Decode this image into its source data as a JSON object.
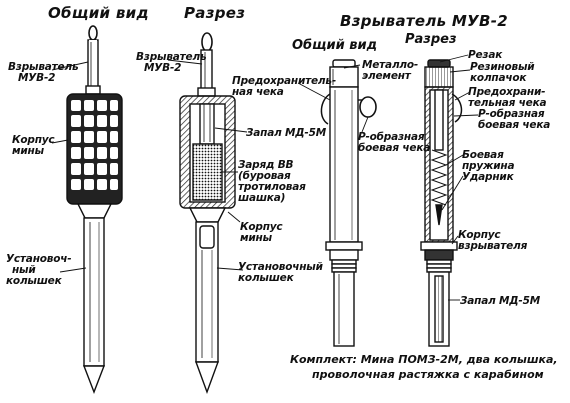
{
  "headers": {
    "left_general": "Общий вид",
    "left_section": "Разрез",
    "fuse_title": "Взрыватель МУВ-2",
    "fuse_general": "Общий вид",
    "fuse_section": "Разрез"
  },
  "labels": {
    "fuse_muv2_a_line1": "Взрыватель",
    "fuse_muv2_a_line2": "МУВ-2",
    "body_line1": "Корпус",
    "body_line2": "мины",
    "stake_a_line1": "Установоч-",
    "stake_a_line2": "ный",
    "stake_a_line3": "колышек",
    "fuse_muv2_b_line1": "Взрыватель",
    "fuse_muv2_b_line2": "МУВ-2",
    "primer_md5m_a": "Запал МД-5М",
    "charge_line1": "Заряд ВВ",
    "charge_line2": "(буровая",
    "charge_line3": "тротиловая",
    "charge_line4": "шашка)",
    "body_b_line1": "Корпус",
    "body_b_line2": "мины",
    "stake_b_line1": "Установочный",
    "stake_b_line2": "колышек",
    "safety_pin_line1": "Предохранитель-",
    "safety_pin_line2": "ная чека",
    "metal_elem_line1": "Металло-",
    "metal_elem_line2": "элемент",
    "p_pin_line1": "Р-образная",
    "p_pin_line2": "боевая чека",
    "cutter": "Резак",
    "rubber_cap_line1": "Резиновый",
    "rubber_cap_line2": "колпачок",
    "safety_pin_b_line1": "Предохрани-",
    "safety_pin_b_line2": "тельная чека",
    "p_pin_b_line1": "Р-образная",
    "p_pin_b_line2": "боевая чека",
    "spring_line1": "Боевая",
    "spring_line2": "пружина",
    "striker": "Ударник",
    "fuse_body_line1": "Корпус",
    "fuse_body_line2": "взрывателя",
    "primer_md5m_b": "Запал МД-5М"
  },
  "footer": {
    "line1": "Комплект: Мина ПОМЗ-2М, два колышка,",
    "line2": "проволочная растяжка с карабином"
  }
}
